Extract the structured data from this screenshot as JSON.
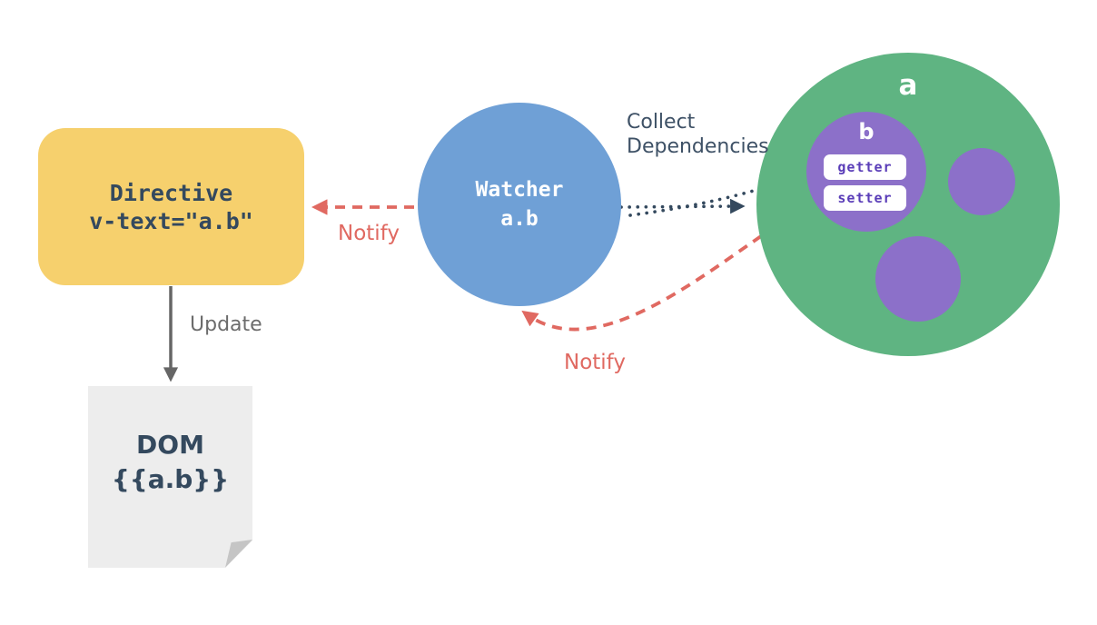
{
  "directive": {
    "name": "Directive",
    "expression": "v-text=\"a.b\""
  },
  "watcher": {
    "name": "Watcher",
    "expression": "a.b"
  },
  "data_object": {
    "label": "a",
    "nested_object": {
      "label": "b",
      "getter_label": "getter",
      "setter_label": "setter"
    }
  },
  "dom": {
    "name": "DOM",
    "binding": "{{a.b}}"
  },
  "arrows": {
    "collect_label": "Collect\nDependencies",
    "notify_left_label": "Notify",
    "notify_bottom_label": "Notify",
    "update_label": "Update"
  },
  "colors": {
    "directive_fill": "#F6D06D",
    "watcher_fill": "#6FA0D6",
    "object_fill": "#5FB482",
    "nested_object_fill": "#8C70C9",
    "pill_fill": "#FFFFFF",
    "pill_text": "#5A3DB8",
    "notify_red": "#E06961",
    "dependency_navy": "#34495E",
    "update_gray": "#666666",
    "dom_paper_fill": "#EDEDED",
    "dom_fold_fill": "#C5C5C5",
    "dark_text": "#34495E",
    "background": "#FFFFFF"
  }
}
